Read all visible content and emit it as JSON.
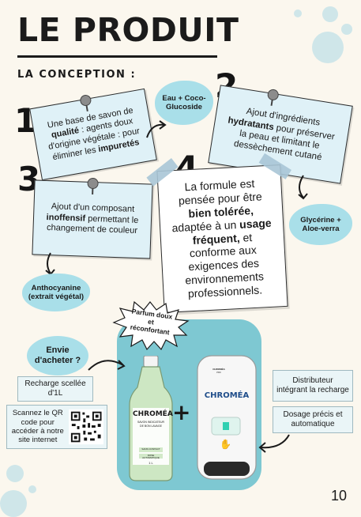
{
  "page": {
    "title": "LE PRODUIT",
    "subtitle": "LA CONCEPTION :",
    "number": "10"
  },
  "notes": {
    "n1": {
      "number": "1",
      "text_pre": "Une base de savon de ",
      "bold1": "qualité",
      "text_mid": " : agents doux d'origine végétale : pour éliminer les ",
      "bold2": "impuretés"
    },
    "n2": {
      "number": "2",
      "text_pre": "Ajout d'ingrédients ",
      "bold1": "hydratants",
      "text_mid": " pour préserver la peau et limitant le dessèchement cutané"
    },
    "n3": {
      "number": "3",
      "text_pre": "Ajout d'un composant ",
      "bold1": "inoffensif",
      "text_mid": " permettant le changement de couleur"
    },
    "n4": {
      "number": "4",
      "text_pre": "La formule est pensée pour être ",
      "bold1": "bien tolérée,",
      "text_mid": " adaptée à un ",
      "bold2": "usage fréquent,",
      "text_post": " et conforme aux exigences des environnements professionnels."
    }
  },
  "clouds": {
    "c1": "Eau + Coco-Glucoside",
    "c2": "Glycérine + Aloe-verra",
    "c3": "Anthocyanine (extrait végétal)"
  },
  "product": {
    "burst": "Parfum doux et réconfortant",
    "speech": "Envie d'acheter ?",
    "refill": "Recharge scellée d'1L",
    "qr_text": "Scannez le QR code pour accéder à notre site internet",
    "plus": "+",
    "bottle_brand": "CHROMÉA",
    "bottle_line1": "SAVON INDICATEUR",
    "bottle_line2": "DE BON LAVAGE",
    "bottle_tag1": "SANS CONTACT",
    "bottle_tag2": "DOSE AUTOMATIQUE",
    "bottle_volume": "1 L",
    "disp_top": "CHROMÉA",
    "disp_top_sub": "PRO",
    "disp_brand": "CHROMÉA",
    "dispenser": "Distributeur intégrant la recharge",
    "dosage": "Dosage précis et automatique"
  },
  "colors": {
    "accent": "#7ec8d2",
    "note": "#dff1f7",
    "cloud": "#a9dfe9",
    "bottle": "#cde7c3"
  }
}
